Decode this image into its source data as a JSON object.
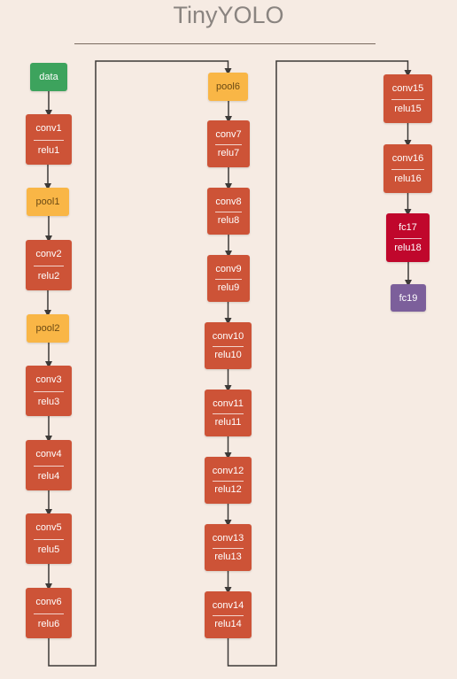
{
  "title": "TinyYOLO",
  "colors": {
    "background": "#f6ebe3",
    "data": "#3da35d",
    "conv": "#cd5337",
    "pool": "#f9b646",
    "fc": "#c0072c",
    "output": "#7c5f9b",
    "connector": "#3d3a38"
  },
  "nodes": [
    {
      "id": "data",
      "type": "data",
      "lines": [
        "data"
      ]
    },
    {
      "id": "conv1",
      "type": "conv",
      "lines": [
        "conv1",
        "relu1"
      ]
    },
    {
      "id": "pool1",
      "type": "pool",
      "lines": [
        "pool1"
      ]
    },
    {
      "id": "conv2",
      "type": "conv",
      "lines": [
        "conv2",
        "relu2"
      ]
    },
    {
      "id": "pool2",
      "type": "pool",
      "lines": [
        "pool2"
      ]
    },
    {
      "id": "conv3",
      "type": "conv",
      "lines": [
        "conv3",
        "relu3"
      ]
    },
    {
      "id": "conv4",
      "type": "conv",
      "lines": [
        "conv4",
        "relu4"
      ]
    },
    {
      "id": "conv5",
      "type": "conv",
      "lines": [
        "conv5",
        "relu5"
      ]
    },
    {
      "id": "conv6",
      "type": "conv",
      "lines": [
        "conv6",
        "relu6"
      ]
    },
    {
      "id": "pool6",
      "type": "pool",
      "lines": [
        "pool6"
      ]
    },
    {
      "id": "conv7",
      "type": "conv",
      "lines": [
        "conv7",
        "relu7"
      ]
    },
    {
      "id": "conv8",
      "type": "conv",
      "lines": [
        "conv8",
        "relu8"
      ]
    },
    {
      "id": "conv9",
      "type": "conv",
      "lines": [
        "conv9",
        "relu9"
      ]
    },
    {
      "id": "conv10",
      "type": "conv",
      "lines": [
        "conv10",
        "relu10"
      ]
    },
    {
      "id": "conv11",
      "type": "conv",
      "lines": [
        "conv11",
        "relu11"
      ]
    },
    {
      "id": "conv12",
      "type": "conv",
      "lines": [
        "conv12",
        "relu12"
      ]
    },
    {
      "id": "conv13",
      "type": "conv",
      "lines": [
        "conv13",
        "relu13"
      ]
    },
    {
      "id": "conv14",
      "type": "conv",
      "lines": [
        "conv14",
        "relu14"
      ]
    },
    {
      "id": "conv15",
      "type": "conv",
      "lines": [
        "conv15",
        "relu15"
      ]
    },
    {
      "id": "conv16",
      "type": "conv",
      "lines": [
        "conv16",
        "relu16"
      ]
    },
    {
      "id": "fc17",
      "type": "fc",
      "lines": [
        "fc17",
        "relu18"
      ]
    },
    {
      "id": "fc19",
      "type": "out",
      "lines": [
        "fc19"
      ]
    }
  ]
}
